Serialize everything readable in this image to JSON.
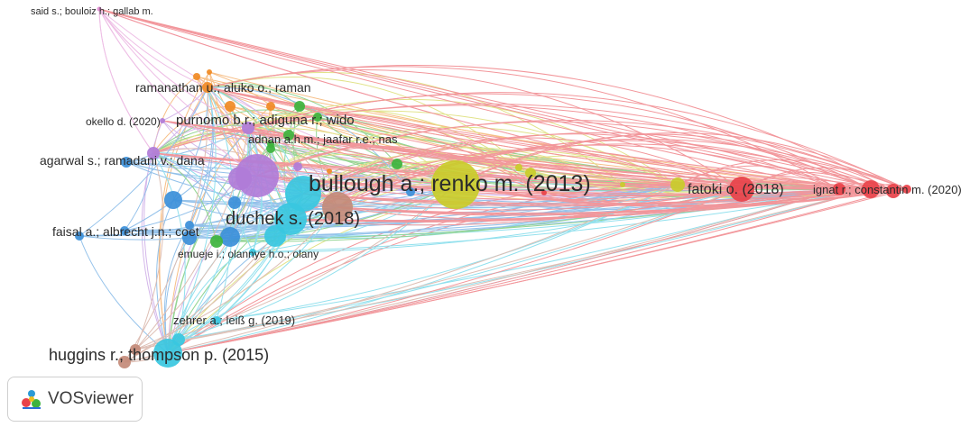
{
  "app": {
    "name": "VOSviewer",
    "logo_icon": "vosviewer-logo-icon"
  },
  "clusters": {
    "red": "#e8424a",
    "yellow": "#c9cc2a",
    "green": "#3db33d",
    "orange": "#f08a24",
    "purple": "#b07cd8",
    "blue": "#3b8fd9",
    "cyan": "#38c7df",
    "brown": "#c38a78",
    "pink": "#e08ad0"
  },
  "labels": {
    "said": "said s.; bouloiz h.; gallab m.",
    "ramanathan": "ramanathan u.; aluko o.; raman",
    "okello": "okello d. (2020)",
    "purnomo": "purnomo b.r.; adiguna r.; wido",
    "adnan": "adnan a.h.m.; jaafar r.e.; nas",
    "agarwal": "agarwal s.; ramadani v.; dana",
    "bullough": "bullough a.; renko m. (2013)",
    "fatoki": "fatoki o. (2018)",
    "ignat": "ignat r.; constantin m. (2020)",
    "duchek": "duchek s. (2018)",
    "faisal": "faisal a.; albrecht j.n.; coet",
    "emueje": "emueje i.; olannye h.o.; olany",
    "zehrer": "zehrer a.; leiß g. (2019)",
    "huggins": "huggins r.; thompson p. (2015)"
  }
}
